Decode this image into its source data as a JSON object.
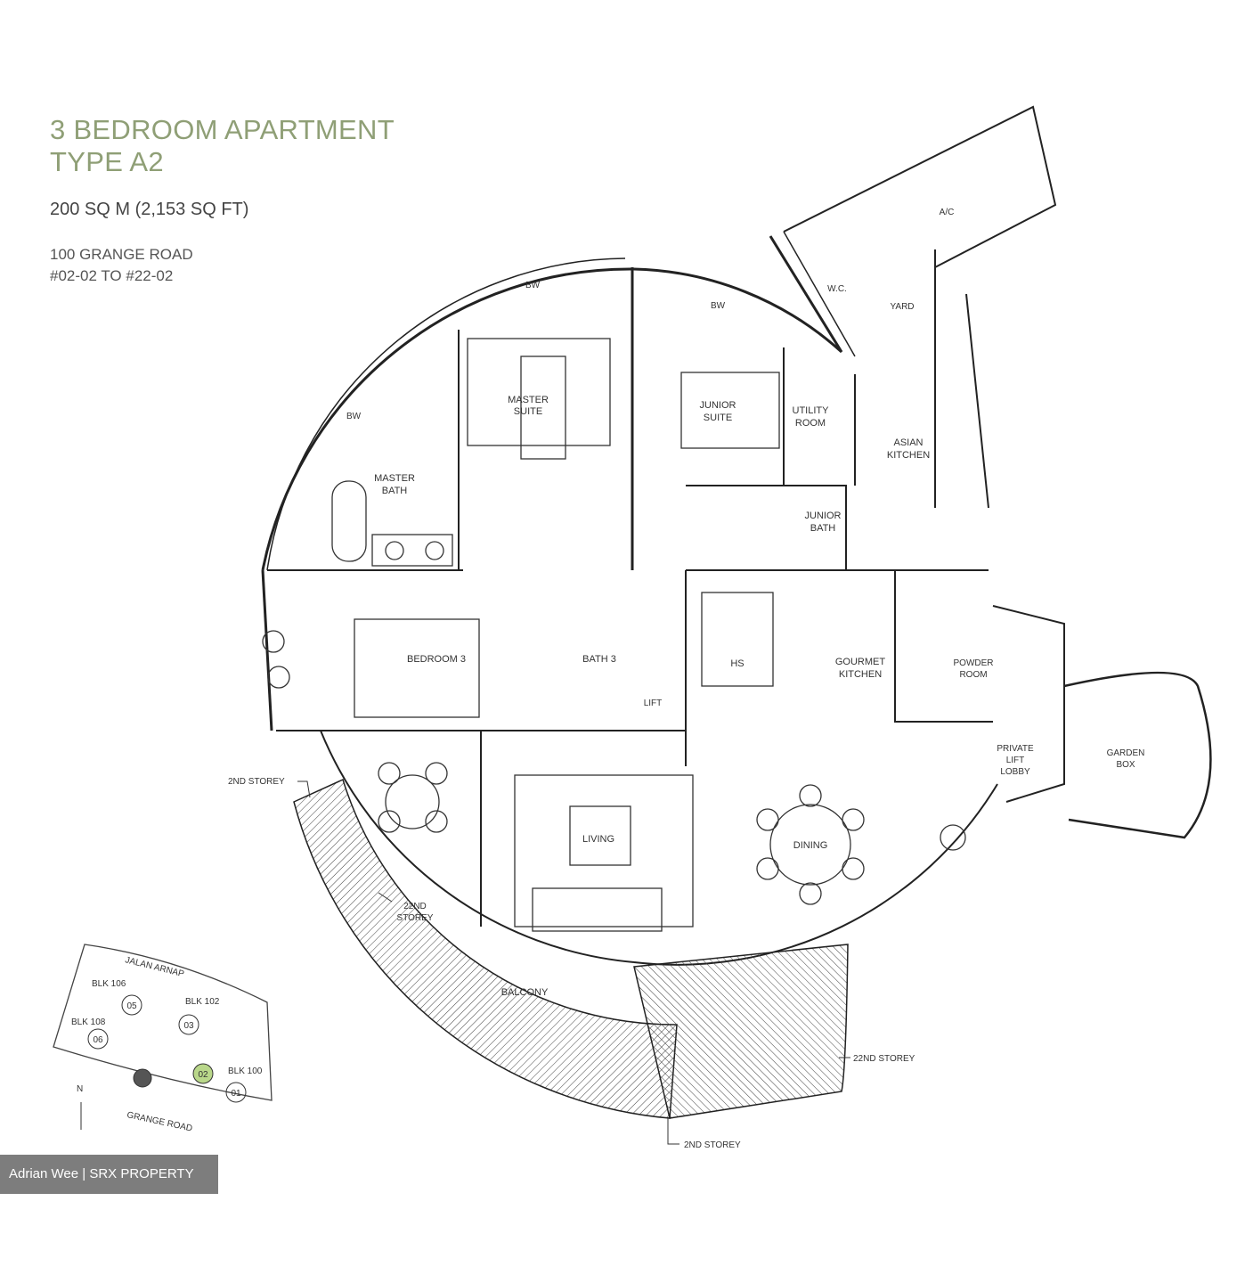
{
  "header": {
    "title_line1": "3 BEDROOM APARTMENT",
    "title_line2": "TYPE A2",
    "area": "200 SQ M (2,153 SQ FT)",
    "address_line1": "100 GRANGE ROAD",
    "address_line2": "#02-02 TO #22-02"
  },
  "rooms": {
    "master_suite_1": "MASTER",
    "master_suite_2": "SUITE",
    "master_bath_1": "MASTER",
    "master_bath_2": "BATH",
    "junior_suite_1": "JUNIOR",
    "junior_suite_2": "SUITE",
    "utility_1": "UTILITY",
    "utility_2": "ROOM",
    "asian_kitchen_1": "ASIAN",
    "asian_kitchen_2": "KITCHEN",
    "junior_bath_1": "JUNIOR",
    "junior_bath_2": "BATH",
    "bedroom3": "BEDROOM 3",
    "bath3": "BATH 3",
    "lift": "LIFT",
    "hs": "HS",
    "gourmet_1": "GOURMET",
    "gourmet_2": "KITCHEN",
    "powder_1": "POWDER",
    "powder_2": "ROOM",
    "living": "LIVING",
    "dining": "DINING",
    "balcony": "BALCONY",
    "wc": "W.C.",
    "yard": "YARD",
    "ac": "A/C",
    "bw1": "BW",
    "bw2": "BW",
    "bw3": "BW",
    "entry_1": "PRIVATE",
    "entry_2": "LIFT",
    "entry_3": "LOBBY",
    "garden_1": "GARDEN",
    "garden_2": "BOX"
  },
  "storey_labels": {
    "s2_left": "2ND STOREY",
    "s22_left_1": "22ND",
    "s22_left_2": "STOREY",
    "s22_right": "22ND STOREY",
    "s2_bottom": "2ND STOREY"
  },
  "key_plan": {
    "road_top": "JALAN ARNAP",
    "road_bottom": "GRANGE ROAD",
    "blk106": "BLK 106",
    "blk102": "BLK 102",
    "blk108": "BLK 108",
    "blk100": "BLK 100",
    "north": "N",
    "unit_05": "05",
    "unit_03": "03",
    "unit_06": "06",
    "unit_02": "02",
    "unit_01": "01",
    "highlight_color": "#b9d78a"
  },
  "watermark": "Adrian Wee | SRX PROPERTY"
}
